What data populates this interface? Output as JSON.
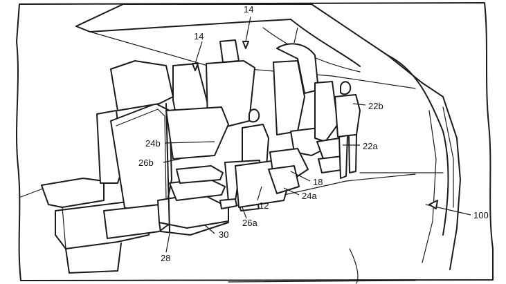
{
  "colors": {
    "line": "#1a1a1a",
    "background": "#ffffff"
  },
  "labels": {
    "l14_top": "14",
    "l14_left": "14",
    "l22b": "22b",
    "l22a": "22a",
    "l24b": "24b",
    "l26b": "26b",
    "l18": "18",
    "l24a": "24a",
    "l12": "12",
    "l26a": "26a",
    "l100": "100",
    "l30": "30",
    "l28": "28"
  }
}
